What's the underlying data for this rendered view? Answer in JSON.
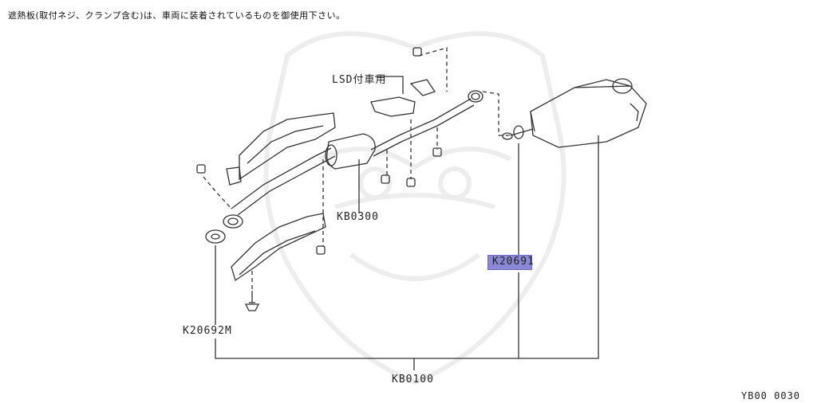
{
  "note": "遮熱板(取付ネジ、クランプ含む)は、車両に装着されているものを御使用下さい。",
  "labels": {
    "lsd": "LSD付車用",
    "kb0300": "KB0300",
    "k20691": "K20691",
    "k20692m": "K20692M",
    "kb0100": "KB0100",
    "figure_code": "YB00 0030"
  },
  "colors": {
    "line": "#333333",
    "highlight": "#8b88d6",
    "watermark": "#ececec"
  },
  "highlighted_part": "K20691"
}
